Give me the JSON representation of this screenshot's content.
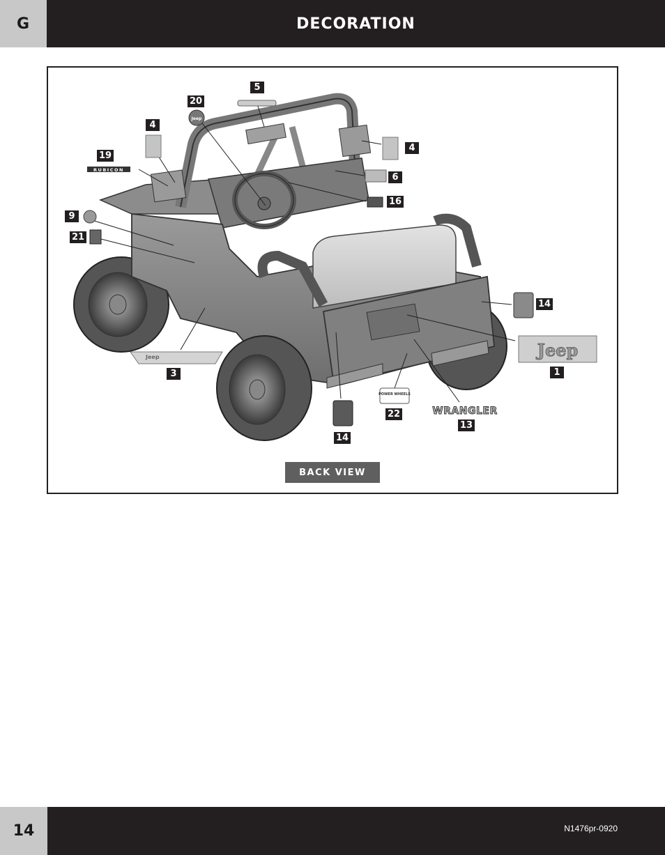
{
  "header": {
    "section_letter": "G",
    "title": "DECORATION"
  },
  "diagram": {
    "view_label": "BACK VIEW",
    "callouts": [
      "5",
      "20",
      "4",
      "4",
      "19",
      "6",
      "16",
      "9",
      "21",
      "14",
      "1",
      "3",
      "22",
      "13",
      "14"
    ],
    "decal_text": {
      "rubicon": "RUBICON",
      "jeep_hood": "Jeep",
      "jeep_side": "Jeep",
      "wrangler": "WRANGLER",
      "power_wheels": "POWER WHEELS"
    }
  },
  "footer": {
    "page_number": "14",
    "doc_code": "N1476pr-0920"
  }
}
